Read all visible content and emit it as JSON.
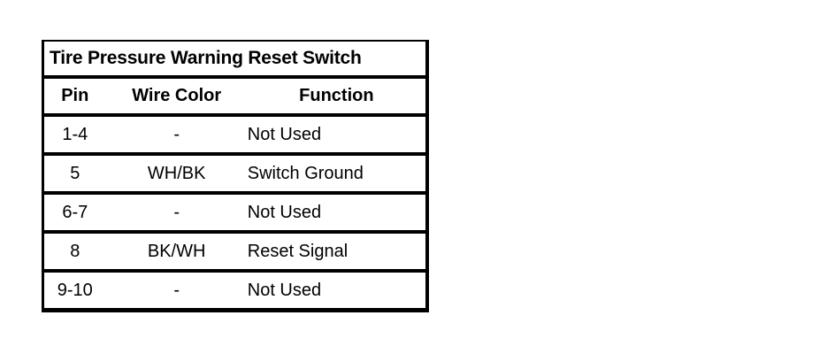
{
  "table": {
    "title": "Tire Pressure Warning Reset Switch",
    "columns": [
      {
        "key": "pin",
        "label": "Pin"
      },
      {
        "key": "wire_color",
        "label": "Wire Color"
      },
      {
        "key": "function",
        "label": "Function"
      }
    ],
    "rows": [
      {
        "pin": "1-4",
        "wire_color": "-",
        "function": "Not Used"
      },
      {
        "pin": "5",
        "wire_color": "WH/BK",
        "function": "Switch Ground"
      },
      {
        "pin": "6-7",
        "wire_color": "-",
        "function": "Not Used"
      },
      {
        "pin": "8",
        "wire_color": "BK/WH",
        "function": "Reset Signal"
      },
      {
        "pin": "9-10",
        "wire_color": "-",
        "function": "Not Used"
      }
    ]
  },
  "colors": {
    "border": "#000000",
    "background": "#ffffff",
    "text": "#000000"
  }
}
